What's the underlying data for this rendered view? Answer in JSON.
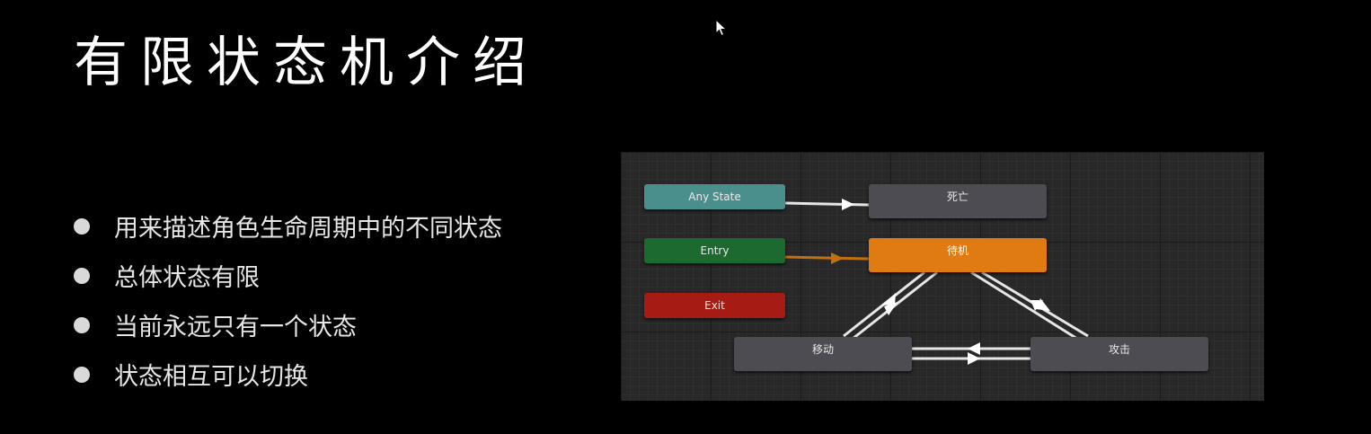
{
  "title": "有限状态机介绍",
  "bullets": [
    "用来描述角色生命周期中的不同状态",
    "总体状态有限",
    "当前永远只有一个状态",
    "状态相互可以切换"
  ],
  "diagram": {
    "nodes": {
      "any_state": "Any State",
      "entry": "Entry",
      "exit": "Exit",
      "death": "死亡",
      "idle": "待机",
      "move": "移动",
      "attack": "攻击"
    },
    "colors": {
      "any_state": "#4a8f8c",
      "entry": "#1d6a31",
      "exit": "#a61b13",
      "idle": "#e07a12",
      "default_state": "#4c4c52",
      "edge": "#e6e6e6",
      "entry_edge": "#c07010"
    }
  }
}
